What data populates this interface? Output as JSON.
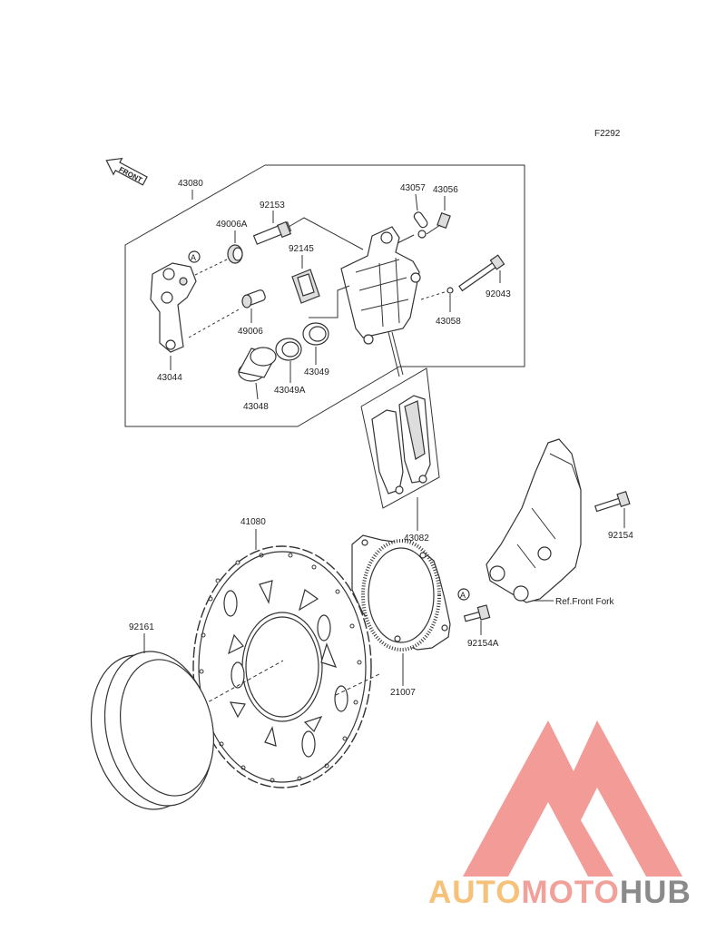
{
  "diagram": {
    "figure_code": "F2292",
    "front_arrow_text": "FRONT",
    "ref_marker": "A",
    "labels": {
      "p43080": "43080",
      "p92153": "92153",
      "p49006A": "49006A",
      "p92145": "92145",
      "p43057": "43057",
      "p43056": "43056",
      "p92043": "92043",
      "p43058": "43058",
      "p49006": "49006",
      "p43044": "43044",
      "p43049": "43049",
      "p43049A": "43049A",
      "p43048": "43048",
      "p43082": "43082",
      "p41080": "41080",
      "p92154": "92154",
      "p92154A": "92154A",
      "p21007": "21007",
      "p92161": "92161",
      "ref_front_fork": "Ref.Front Fork"
    }
  },
  "watermark": {
    "word_part1": "AUTO",
    "word_part2": "MOTO",
    "word_part3": "HUB",
    "colors": {
      "auto": "#f6c27a",
      "moto": "#f2a09a",
      "hub": "#8a8a8a",
      "mark": "#f28a84"
    }
  }
}
